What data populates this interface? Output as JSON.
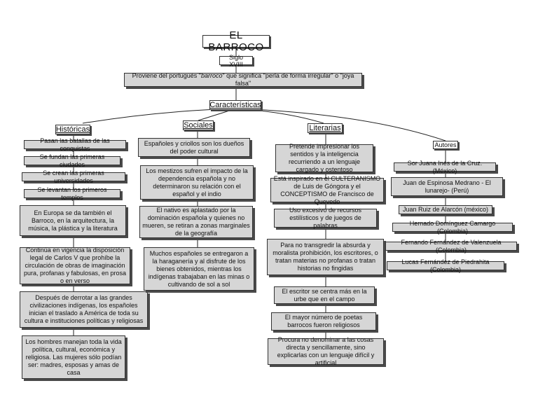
{
  "title": "EL BARROCO",
  "century": "Siglo XVIII",
  "origin": {
    "pre": "Proviene del portugués \"",
    "em": "barroco",
    "post": "\" que significa \"perla de forma irregular\" o \"joya falsa\""
  },
  "characteristics": "Características",
  "historicas": {
    "label": "Históricas",
    "items": [
      "Pasan las batallas de las conquistas",
      "Se fundan las primeras ciudades",
      "Se crean las primeras universidades",
      "Se levantan los primeros templos",
      "En Europa se da también el Barroco, en la arquitectura, la música, la plástica y la literatura",
      "Continúa en vigencia la disposición legal de Carlos V que prohíbe la circulación de obras de imaginación pura, profanas y fabulosas, en prosa o en verso",
      "Después de derrotar a las grandes civilizaciones indígenas, los españoles inician el traslado a América de toda su cultura e instituciones políticas y religiosas",
      "Los hombres manejan toda la vida política, cultural, económica y religiosa. Las mujeres sólo podían ser: madres, esposas y amas de casa"
    ]
  },
  "sociales": {
    "label": "Sociales",
    "items": [
      "Españoles y criollos son los dueños del poder cultural",
      "Los mestizos sufren el impacto de la dependencia española y no determinaron su relación con el español y el indio",
      "El nativo es aplastado por la dominación española y quienes no mueren, se retiran a zonas marginales de la geografía",
      "Muchos españoles se entregaron a la haraganería y al disfrute de los bienes obtenidos, mientras los indígenas trabajaban en las minas o cultivando de sol a sol"
    ]
  },
  "literarias": {
    "label": "Literarias",
    "items": [
      "Pretende impresionar los sentidos y la inteligencia recurriendo a un lenguaje cargado y ostentoso",
      "Está inspirado en el CULTERANISMO de Luis de Góngora y el CONCEPTISMO de Francisco de Quevedo",
      "Uso excesivo de recursos estilísticos y de juegos de palabras",
      "Para no transgredir la absurda y moralista prohibición, los escritores, o tratan materias no profanas o tratan historias no fingidas",
      "El escritor se centra más en la urbe que en el campo",
      "El mayor número de poetas barrocos fueron religiosos",
      "Procura no denominar a las cosas directa y sencillamente, sino explicarlas con un lenguaje difícil y artificial"
    ]
  },
  "autores": {
    "label": "Autores",
    "items": [
      "Sor Juana Inés de la Cruz. (México)",
      "Juan de Espinosa Medrano - El lunarejo- (Perú)",
      "Juan Ruiz de Alarcón (méxico)",
      "Hernado Domínguez Camargo (Colombia)",
      "Fernando Fernández de Valenzuela (Colombia)",
      "Lucas Fernández de Piedrahita (Colombia)"
    ]
  }
}
